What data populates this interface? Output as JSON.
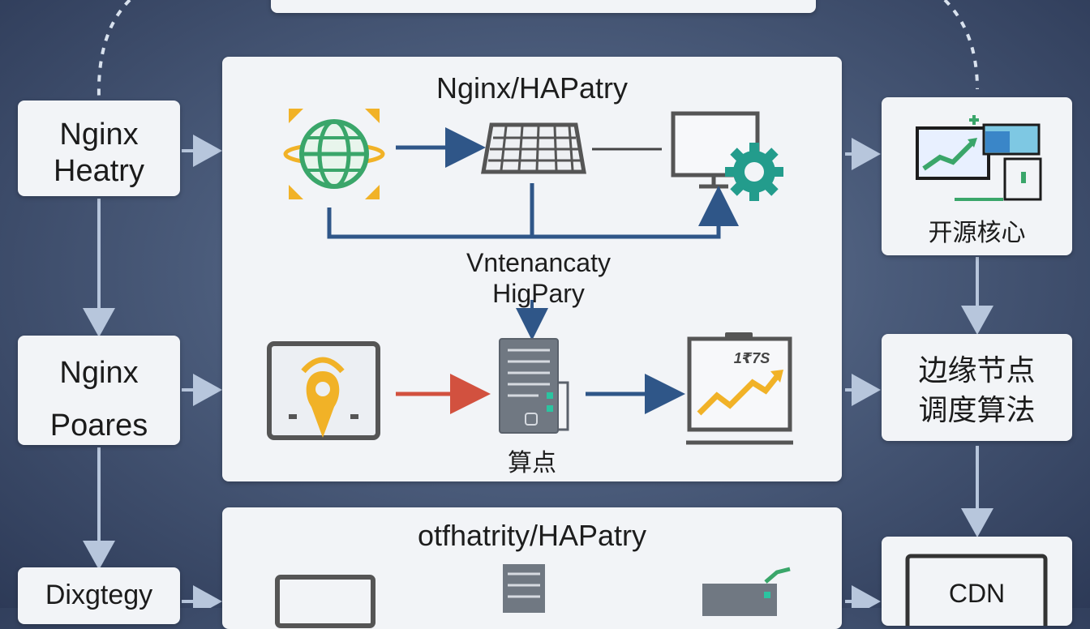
{
  "left_nodes": [
    {
      "line1": "Nginx",
      "line2": "Heatry"
    },
    {
      "line1": "Nginx",
      "line2": "Poares"
    },
    {
      "line1": "Dixgtegy",
      "line2": ""
    }
  ],
  "main_panel": {
    "title": "Nginx/HAPatry",
    "middle_label_1": "Vntenancaty",
    "middle_label_2": "HigPary",
    "server_label": "算点",
    "chart_label": "1₹7S"
  },
  "bottom_panel": {
    "title": "otfhatrity/HAPatry"
  },
  "right_nodes": [
    {
      "line1": "开源核心",
      "line2": ""
    },
    {
      "line1": "边缘节点",
      "line2": "调度算法"
    },
    {
      "line1": "CDN",
      "line2": ""
    }
  ],
  "colors": {
    "arrow_blue": "#2f5688",
    "arrow_red": "#d2513f",
    "connector": "#b7c6dc",
    "globe_green": "#3aa66a",
    "accent_yellow": "#f1b227",
    "gear_teal": "#239c8c"
  }
}
